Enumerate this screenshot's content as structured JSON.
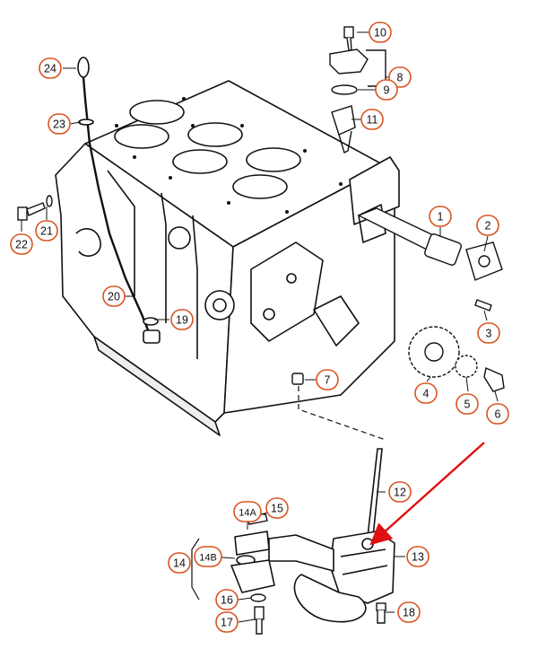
{
  "diagram": {
    "accent_color": "#d9531e",
    "arrow_color": "#e01010",
    "ink_color": "#111111",
    "callouts": [
      {
        "id": "c1",
        "label": "1"
      },
      {
        "id": "c2",
        "label": "2"
      },
      {
        "id": "c3",
        "label": "3"
      },
      {
        "id": "c4",
        "label": "4"
      },
      {
        "id": "c5",
        "label": "5"
      },
      {
        "id": "c6",
        "label": "6"
      },
      {
        "id": "c7",
        "label": "7"
      },
      {
        "id": "c8",
        "label": "8"
      },
      {
        "id": "c9",
        "label": "9"
      },
      {
        "id": "c10",
        "label": "10"
      },
      {
        "id": "c11",
        "label": "11"
      },
      {
        "id": "c12",
        "label": "12"
      },
      {
        "id": "c13",
        "label": "13"
      },
      {
        "id": "c14",
        "label": "14"
      },
      {
        "id": "c14a",
        "label": "14A"
      },
      {
        "id": "c14b",
        "label": "14B"
      },
      {
        "id": "c15",
        "label": "15"
      },
      {
        "id": "c16",
        "label": "16"
      },
      {
        "id": "c17",
        "label": "17"
      },
      {
        "id": "c18",
        "label": "18"
      },
      {
        "id": "c19",
        "label": "19"
      },
      {
        "id": "c20",
        "label": "20"
      },
      {
        "id": "c21",
        "label": "21"
      },
      {
        "id": "c22",
        "label": "22"
      },
      {
        "id": "c23",
        "label": "23"
      },
      {
        "id": "c24",
        "label": "24"
      }
    ]
  }
}
